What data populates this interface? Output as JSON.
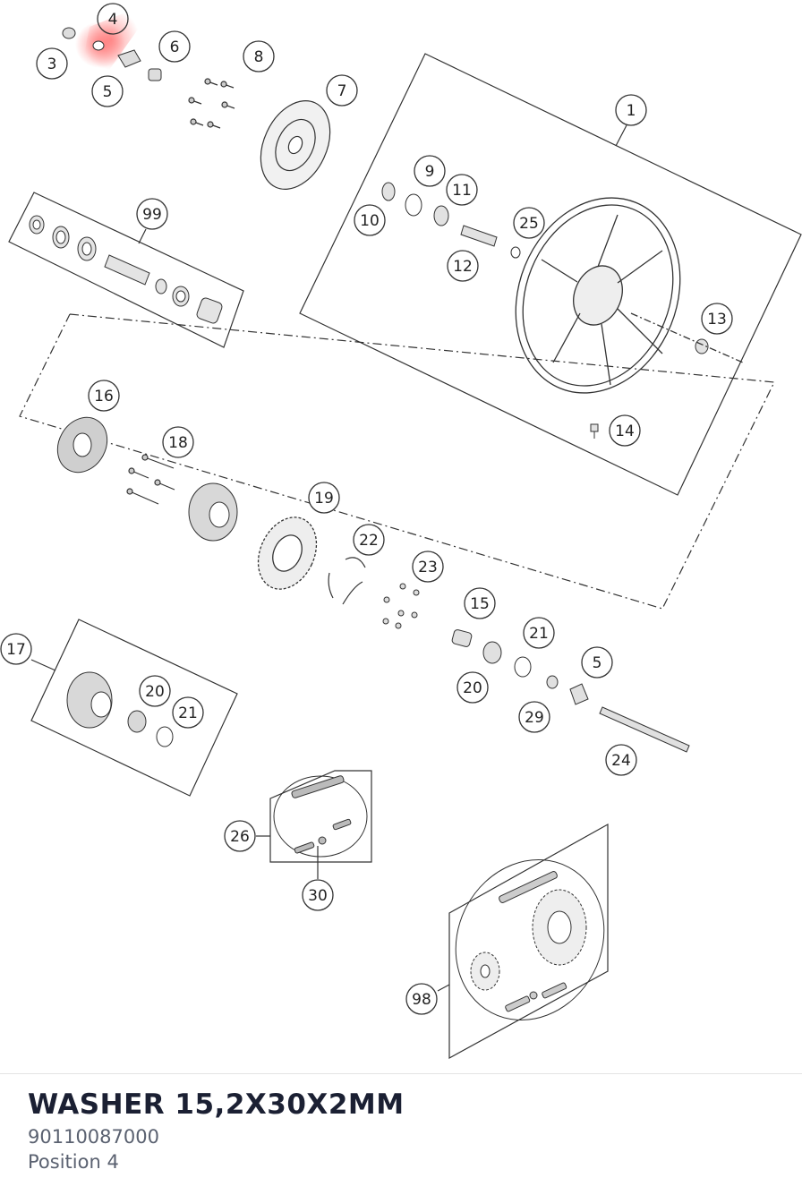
{
  "diagram": {
    "callouts": [
      "1",
      "3",
      "4",
      "5",
      "6",
      "7",
      "8",
      "9",
      "10",
      "11",
      "12",
      "13",
      "14",
      "15",
      "16",
      "17",
      "18",
      "19",
      "20",
      "21",
      "22",
      "23",
      "24",
      "25",
      "26",
      "29",
      "30",
      "98",
      "99"
    ],
    "highlight_color": "#ff7b7b",
    "line_color": "#333333"
  },
  "part": {
    "title": "WASHER 15,2X30X2MM",
    "number": "90110087000",
    "position": "Position 4"
  }
}
